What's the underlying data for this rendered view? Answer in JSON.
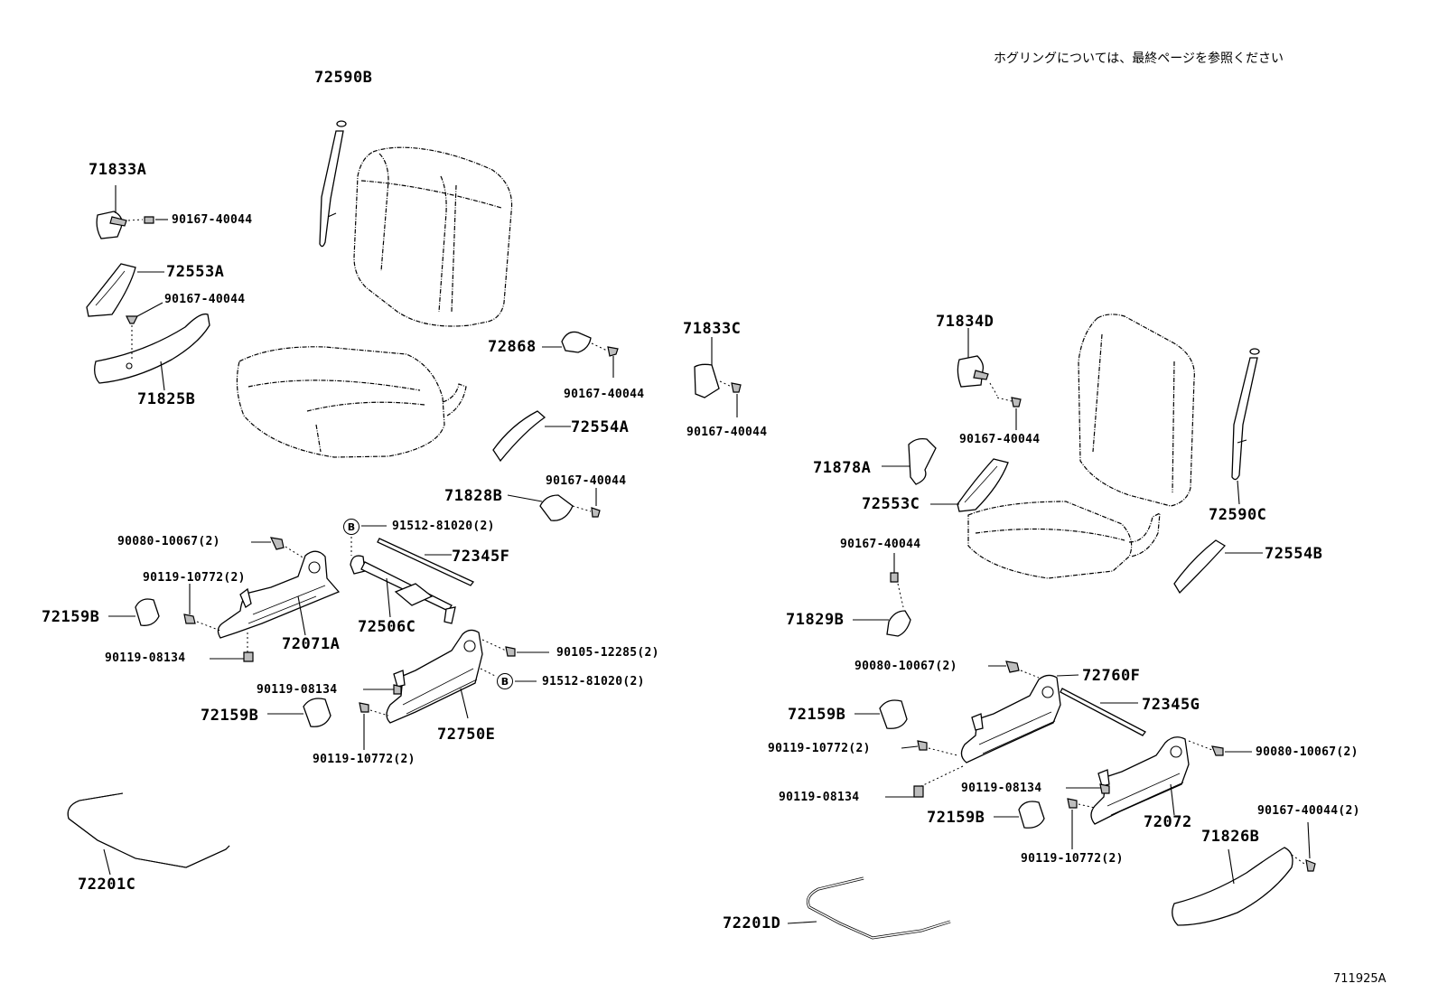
{
  "note": "ホグリングについては、最終ページを参照ください",
  "figure_code": "711925A",
  "bolt_marker": "B",
  "labels": {
    "p72590B": "72590B",
    "p71833A": "71833A",
    "b90167_a": "90167-40044",
    "p72553A": "72553A",
    "b90167_b": "90167-40044",
    "p71825B": "71825B",
    "p72868": "72868",
    "b90167_c": "90167-40044",
    "p71833C": "71833C",
    "b90167_d": "90167-40044",
    "p72554A": "72554A",
    "b90167_e": "90167-40044",
    "p71828B": "71828B",
    "b91512_a": "91512-81020(2)",
    "p72345F": "72345F",
    "b90080_a": "90080-10067(2)",
    "b90119_10772_a": "90119-10772(2)",
    "p72159B_a": "72159B",
    "p72071A": "72071A",
    "p72506C": "72506C",
    "b90119_08134_a": "90119-08134",
    "b90105": "90105-12285(2)",
    "b90119_08134_b": "90119-08134",
    "b91512_b": "91512-81020(2)",
    "p72159B_b": "72159B",
    "p72750E": "72750E",
    "b90119_10772_b": "90119-10772(2)",
    "p72201C": "72201C",
    "p71834D": "71834D",
    "b90167_f": "90167-40044",
    "p71878A": "71878A",
    "p72553C": "72553C",
    "p72590C": "72590C",
    "b90167_g": "90167-40044",
    "p72554B": "72554B",
    "p71829B": "71829B",
    "b90080_b": "90080-10067(2)",
    "p72760F": "72760F",
    "p72159B_c": "72159B",
    "p72345G": "72345G",
    "b90119_10772_c": "90119-10772(2)",
    "b90080_c": "90080-10067(2)",
    "b90119_08134_c": "90119-08134",
    "b90119_08134_d": "90119-08134",
    "p72159B_d": "72159B",
    "p72072": "72072",
    "b90167_h": "90167-40044(2)",
    "p71826B": "71826B",
    "b90119_10772_d": "90119-10772(2)",
    "p72201D": "72201D"
  }
}
